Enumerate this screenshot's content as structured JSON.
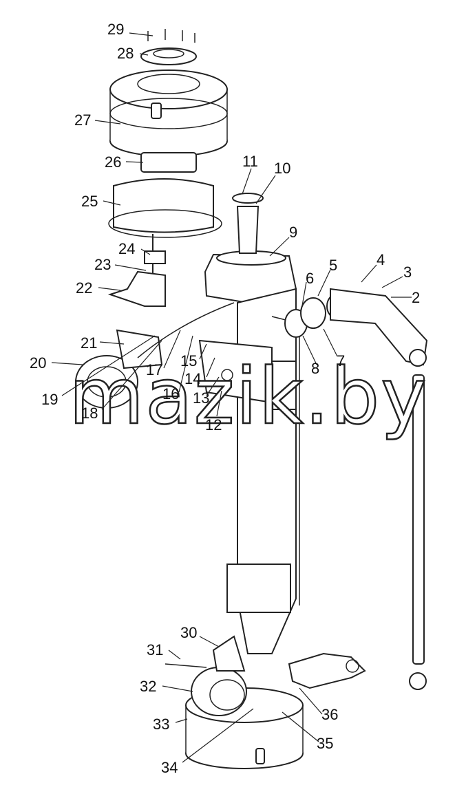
{
  "labels": [
    "2",
    "3",
    "4",
    "5",
    "6",
    "7",
    "8",
    "9",
    "10",
    "11",
    "12",
    "13",
    "14",
    "15",
    "16",
    "17",
    "18",
    "19",
    "20",
    "21",
    "22",
    "23",
    "24",
    "25",
    "26",
    "27",
    "28",
    "29",
    "30",
    "31",
    "32",
    "33",
    "34",
    "35",
    "36"
  ],
  "watermark": "mazik.by",
  "colors": {
    "line": "#222222",
    "background": "#ffffff"
  }
}
